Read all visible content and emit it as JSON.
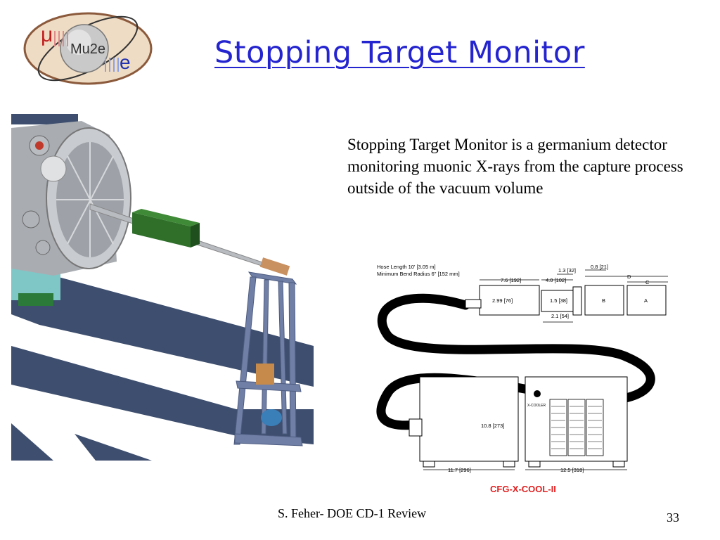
{
  "slide": {
    "title": "Stopping Target Monitor",
    "body": "Stopping Target Monitor is a germanium detector monitoring muonic X-rays from the capture process outside of the vacuum volume",
    "footer": "S. Feher- DOE CD-1 Review",
    "page_number": "33"
  },
  "logo": {
    "mu": "μ",
    "center": "Mu2e",
    "e": "e"
  },
  "drawing": {
    "hose_length": "Hose Length 10' [3.05 m]",
    "bend_radius": "Minimum Bend Radius 6\" [152 mm]",
    "dim_7_6": "7.6 [192]",
    "dim_4_0": "4.0 [102]",
    "dim_1_3": "1.3 [32]",
    "dim_0_8": "0.8 [21]",
    "dim_D": "D",
    "dim_C": "C",
    "dim_B": "B",
    "dim_A": "A",
    "dim_2_99": "2.99 [76]",
    "dim_1_5": "1.5 [38]",
    "dim_2_1": "2.1 [54]",
    "dim_10_8": "10.8 [273]",
    "dim_11_7": "11.7 [296]",
    "dim_12_5": "12.5 [318]",
    "unit_label": "X-COOLER",
    "caption": "CFG-X-COOL-II"
  }
}
